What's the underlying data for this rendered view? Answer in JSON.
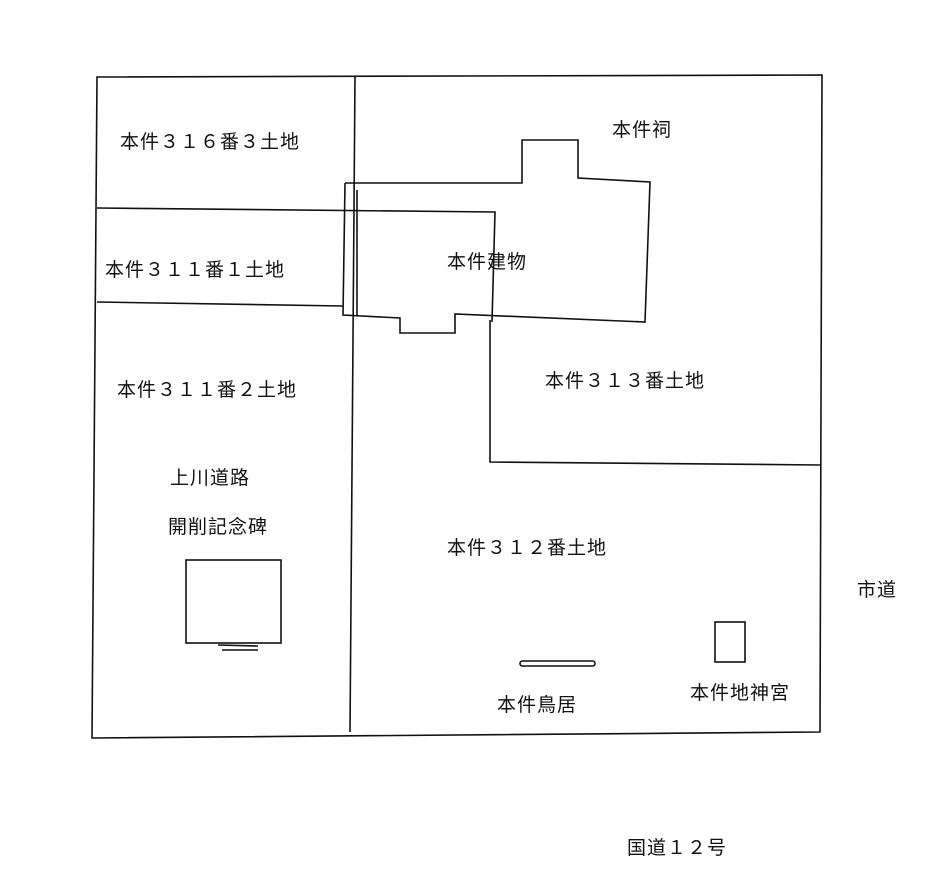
{
  "labels": {
    "lot_316_3": "本件３１６番３土地",
    "shrine_hokora": "本件祠",
    "lot_311_1": "本件３１１番１土地",
    "building": "本件建物",
    "lot_311_2": "本件３１１番２土地",
    "lot_313": "本件３１３番土地",
    "monument_line1": "上川道路",
    "monument_line2": "開削記念碑",
    "lot_312": "本件３１２番土地",
    "city_road": "市道",
    "torii": "本件鳥居",
    "jijingu": "本件地神宮",
    "national_route": "国道１２号"
  },
  "colors": {
    "ink": "#111111",
    "paper": "#ffffff"
  }
}
